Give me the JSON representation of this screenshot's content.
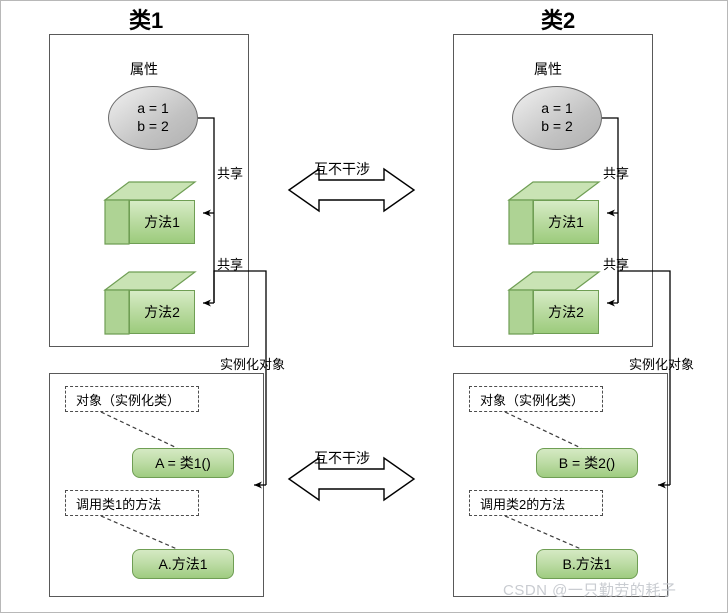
{
  "diagram": {
    "title_left": "类1",
    "title_right": "类2",
    "watermark": "CSDN @一只勤劳的耗子"
  },
  "left_class": {
    "attribute_label": "属性",
    "ellipse_line1": "a = 1",
    "ellipse_line2": "b = 2",
    "method1": "方法1",
    "method2": "方法2",
    "share_label_1": "共享",
    "share_label_2": "共享",
    "instantiate_label": "实例化对象"
  },
  "right_class": {
    "attribute_label": "属性",
    "ellipse_line1": "a = 1",
    "ellipse_line2": "b = 2",
    "method1": "方法1",
    "method2": "方法2",
    "share_label_1": "共享",
    "share_label_2": "共享",
    "instantiate_label": "实例化对象"
  },
  "left_object": {
    "note_object": "对象（实例化类）",
    "object_box": "A = 类1()",
    "note_call": "调用类1的方法",
    "call_box": "A.方法1"
  },
  "right_object": {
    "note_object": "对象（实例化类）",
    "object_box": "B = 类2()",
    "note_call": "调用类2的方法",
    "call_box": "B.方法1"
  },
  "arrows": {
    "top_label": "互不干涉",
    "bottom_label": "互不干涉"
  },
  "colors": {
    "green_fill_light": "#d5eac3",
    "green_fill_dark": "#9fcc80",
    "green_border": "#6f9e54",
    "gray_border": "#595959",
    "line": "#000000",
    "watermark": "#c9ccd1"
  }
}
